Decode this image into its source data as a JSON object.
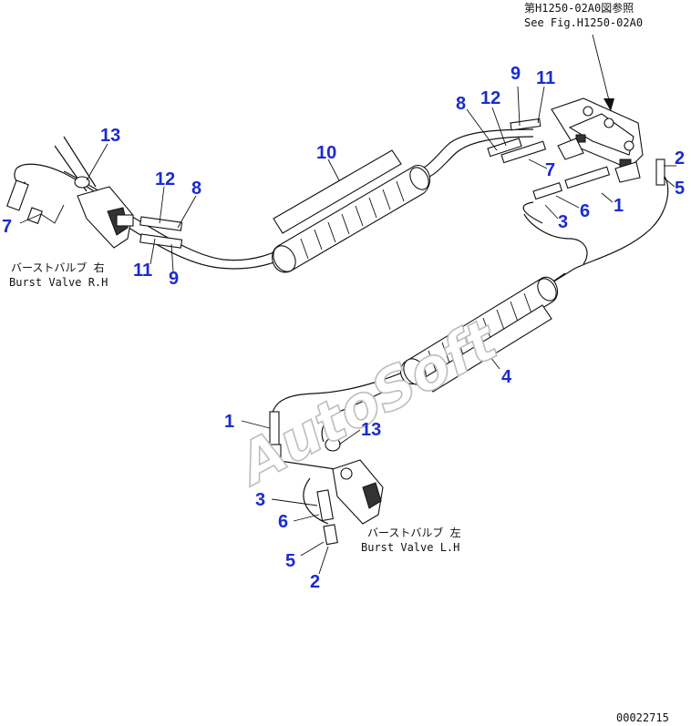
{
  "reference": {
    "line_jp": "第H1250-02A0図参照",
    "line_en": "See Fig.H1250-02A0"
  },
  "burst_valve_rh": {
    "label_jp": "バーストバルブ 右",
    "label_en": "Burst Valve R.H"
  },
  "burst_valve_lh": {
    "label_jp": "バーストバルブ 左",
    "label_en": "Burst Valve L.H"
  },
  "watermark": "AutoSoft",
  "drawing_number": "00022715",
  "colors": {
    "callout": "#1a2bd1",
    "line": "#111111",
    "watermark_outline": "#bdbdbd"
  },
  "callouts": {
    "c13_top": "13",
    "c12_left": "12",
    "c8_left": "8",
    "c7_left": "7",
    "c11_left": "11",
    "c9_left": "9",
    "c10": "10",
    "c9_top": "9",
    "c11_top": "11",
    "c8_top": "8",
    "c12_top": "12",
    "c7_right": "7",
    "c2_right": "2",
    "c5_right": "5",
    "c1_right": "1",
    "c6_right": "6",
    "c3_right": "3",
    "c4": "4",
    "c1_lower": "1",
    "c13_lower": "13",
    "c3_lower": "3",
    "c6_lower": "6",
    "c5_lower": "5",
    "c2_lower": "2"
  }
}
